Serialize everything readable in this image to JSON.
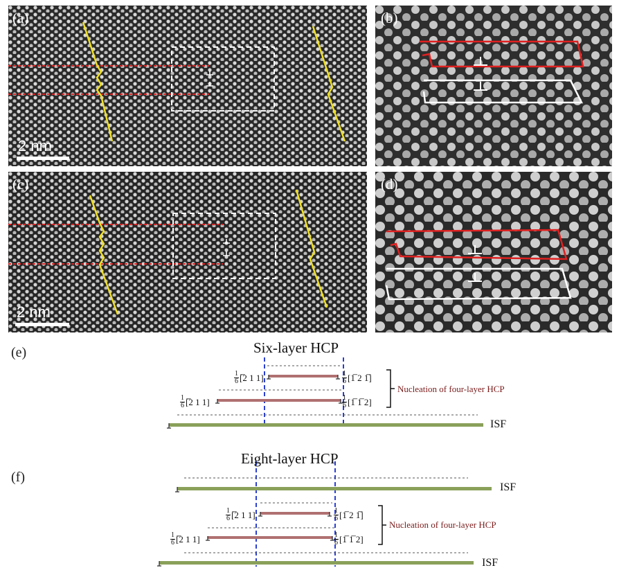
{
  "panels": {
    "a": {
      "label": "(a)",
      "scale": "2 nm"
    },
    "b": {
      "label": "(b)"
    },
    "c": {
      "label": "(c)",
      "scale": "2 nm"
    },
    "d": {
      "label": "(d)"
    }
  },
  "schematic_e": {
    "label": "(e)",
    "title": "Six-layer HCP",
    "nucleation": "Nucleation of four-layer HCP",
    "isf": "ISF",
    "upper_left": {
      "fraction": [
        "1",
        "6"
      ],
      "index": "[̅2 1 1]"
    },
    "upper_right": {
      "fraction": [
        "1",
        "6"
      ],
      "index": "[1̅ 2 1̅]"
    },
    "lower_left": {
      "fraction": [
        "1",
        "6"
      ],
      "index": "[̅2 1 1]"
    },
    "lower_right": {
      "fraction": [
        "1",
        "6"
      ],
      "index": "[1̅ 1̅ 2]"
    }
  },
  "schematic_f": {
    "label": "(f)",
    "title": "Eight-layer HCP",
    "nucleation": "Nucleation of four-layer HCP",
    "isf_top": "ISF",
    "isf_bottom": "ISF",
    "upper_left": {
      "fraction": [
        "1",
        "6"
      ],
      "index": "[̅2 1 1]"
    },
    "upper_right": {
      "fraction": [
        "1",
        "6"
      ],
      "index": "[1̅ 2 1̅]"
    },
    "lower_left": {
      "fraction": [
        "1",
        "6"
      ],
      "index": "[̅2 1 1]"
    },
    "lower_right": {
      "fraction": [
        "1",
        "6"
      ],
      "index": "[1̅ 1̅ 2]"
    }
  },
  "colors": {
    "red_trace": "#e02020",
    "yellow_trace": "#f0e020",
    "white_trace": "#ffffff",
    "blue_dash": "#2a3fd0",
    "isf_band": "#8aa05a",
    "fault_band": "#b07070"
  }
}
